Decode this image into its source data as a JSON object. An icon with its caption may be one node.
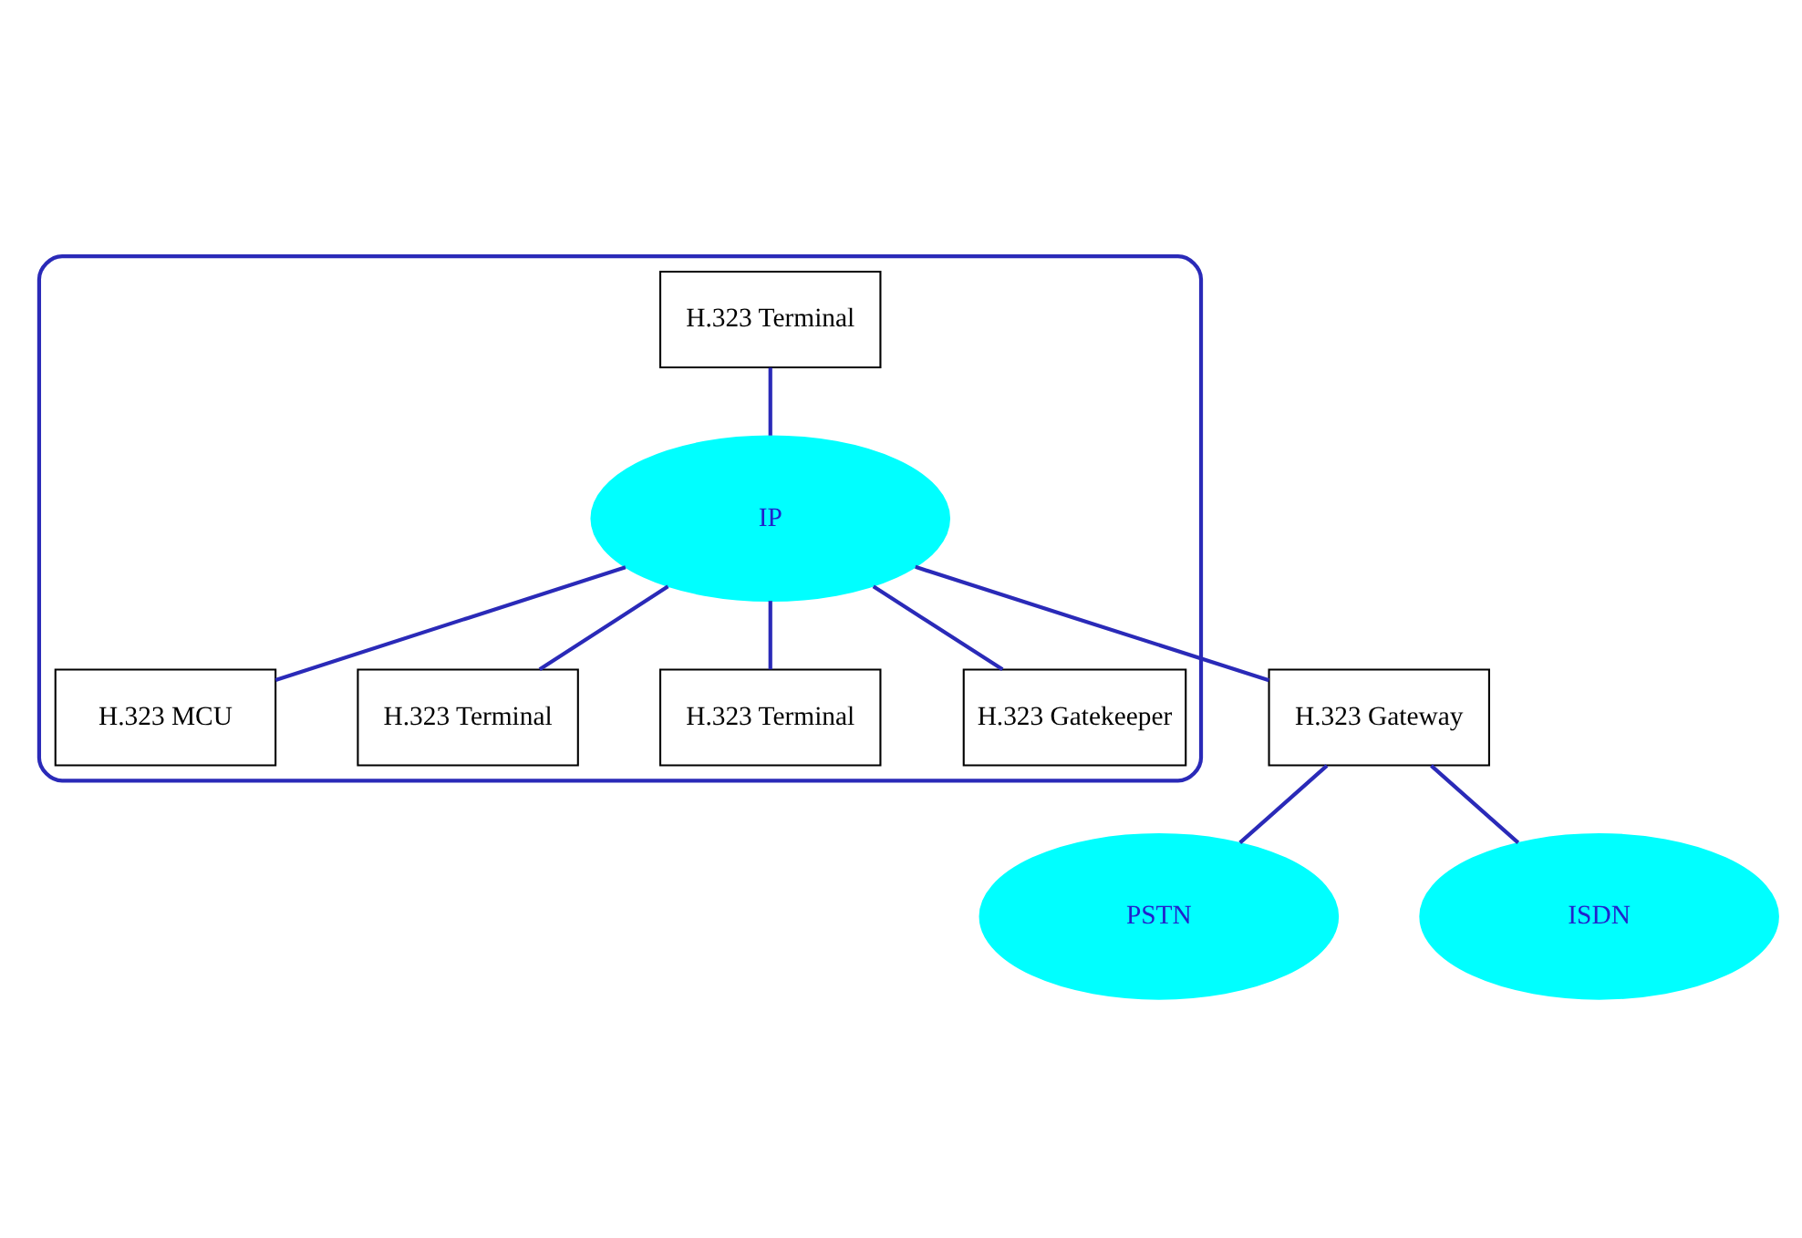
{
  "diagram": {
    "nodes": [
      {
        "text": [],
        "shape": "ellipse"
      },
      {
        "text": [
          "H.323 Terminal"
        ],
        "in": 0
      },
      {
        "text": [
          "H.323 MCU"
        ],
        "in": 0
      },
      {
        "text": [
          "H.323 Terminal"
        ],
        "in": 0
      },
      {
        "text": [
          "IP"
        ],
        "in": 0
      },
      {
        "text": [
          "H.323 Gatekeeper"
        ],
        "in": 0
      },
      {
        "text": [
          "H.323 Terminal"
        ],
        "in": 0
      },
      {
        "text": [
          "H.323 Gateway"
        ]
      },
      {
        "text": [
          "PSTN"
        ]
      },
      {
        "text": [
          "ISDN"
        ]
      }
    ],
    "edges": [
      {
        "from": 1,
        "to": 4,
        "arrow": "none"
      },
      {
        "from": 2,
        "to": 4,
        "arrow": "none"
      },
      {
        "from": 4,
        "to": 3,
        "arrow": "none"
      },
      {
        "from": 5,
        "to": 4,
        "arrow": "none"
      },
      {
        "from": 4,
        "to": 6,
        "arrow": "none"
      },
      {
        "from": 4,
        "to": 7,
        "arrow": "none"
      },
      {
        "from": 7,
        "to": 8,
        "arrow": "none"
      },
      {
        "from": 7,
        "to": 9,
        "arrow": "none"
      }
    ]
  }
}
